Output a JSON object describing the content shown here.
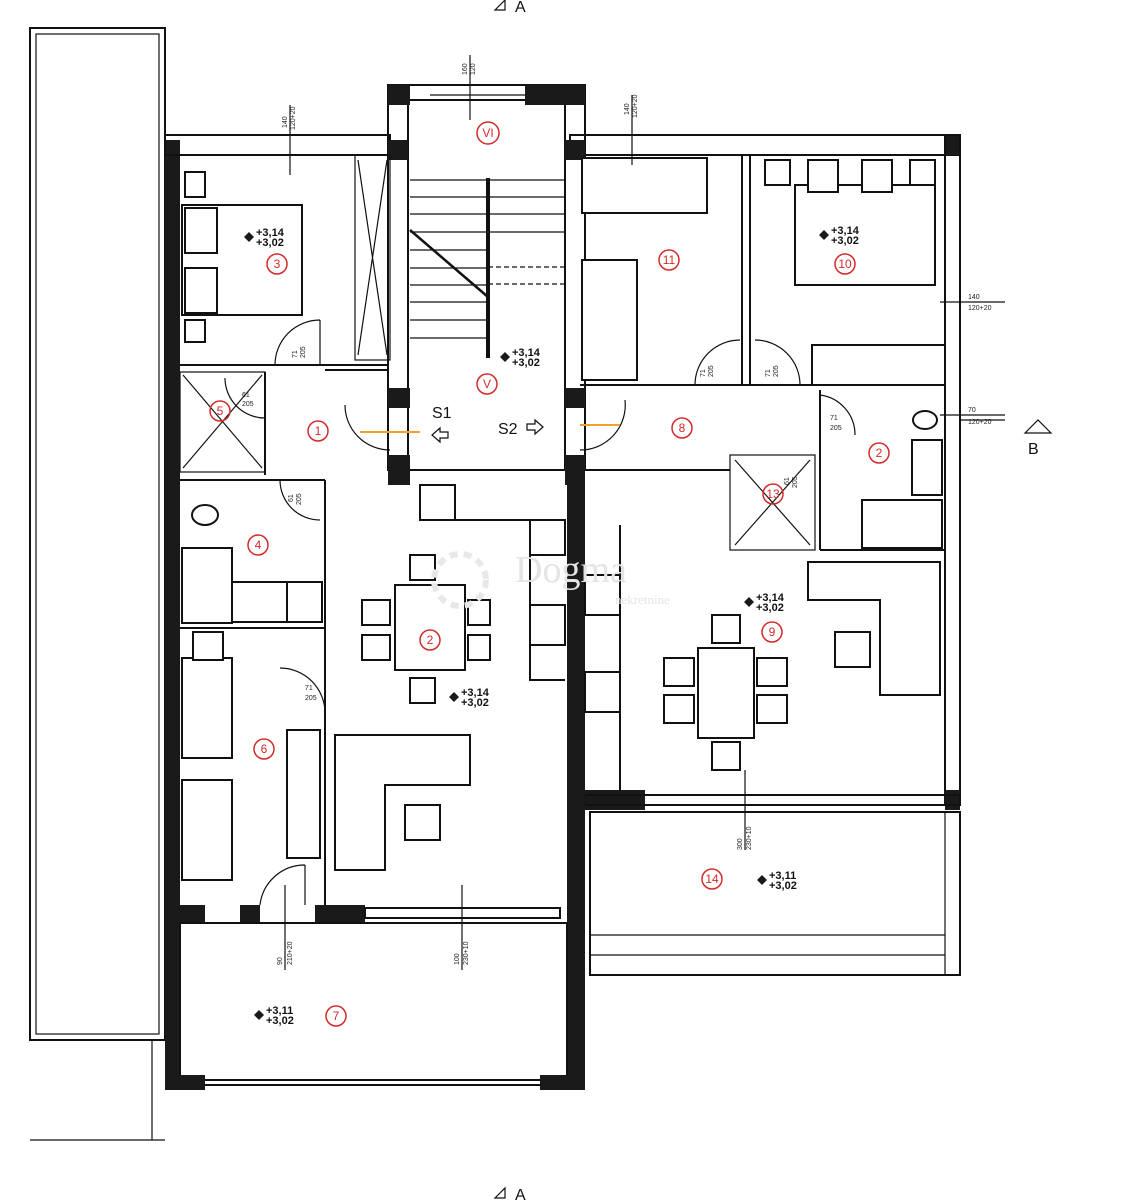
{
  "plan": {
    "section_marks": {
      "top": "A",
      "bottom": "A",
      "right": "B"
    },
    "stair_arrows": {
      "s1": "S1",
      "s2": "S2"
    },
    "rooms": {
      "r1": "1",
      "r2_left": "2",
      "r3": "3",
      "r4": "4",
      "r5": "5",
      "r6": "6",
      "r7": "7",
      "r8": "8",
      "r9": "9",
      "r10": "10",
      "r11": "11",
      "r2_right": "2",
      "r13": "13",
      "r14": "14",
      "stair_v": "V",
      "stair_vi": "VI"
    },
    "elevations": {
      "interior_top": "+3,14",
      "interior_bottom": "+3,02",
      "terrace_top": "+3,11",
      "terrace_bottom": "+3,02"
    },
    "dimensions": {
      "win_140": "140",
      "win_120_20": "120+20",
      "win_160": "160",
      "win_120": "120",
      "win_70": "70",
      "door_71": "71",
      "door_61": "61",
      "door_205": "205",
      "door_90": "90",
      "door_210_20": "210+20",
      "win_100": "100",
      "win_300": "300",
      "win_230_10": "230+10"
    },
    "watermark": {
      "name": "Dogma",
      "sub": "nekretnine"
    }
  }
}
